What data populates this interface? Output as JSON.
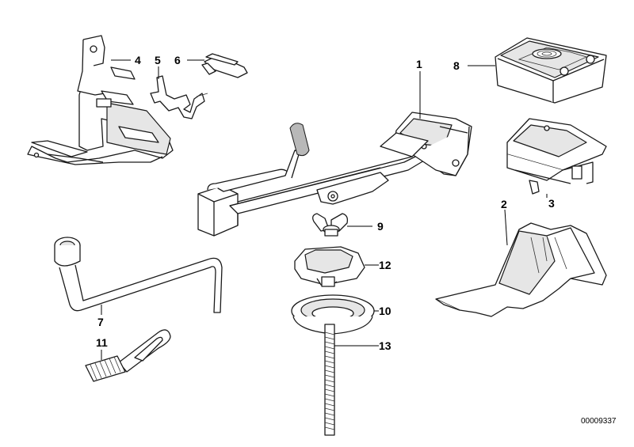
{
  "callouts": {
    "c1": "1",
    "c2": "2",
    "c3": "3",
    "c4": "4",
    "c5": "5",
    "c6": "6",
    "c7": "7",
    "c8": "8",
    "c9": "9",
    "c10": "10",
    "c11": "11",
    "c12": "12",
    "c13": "13"
  },
  "diagram_code": "00009337"
}
